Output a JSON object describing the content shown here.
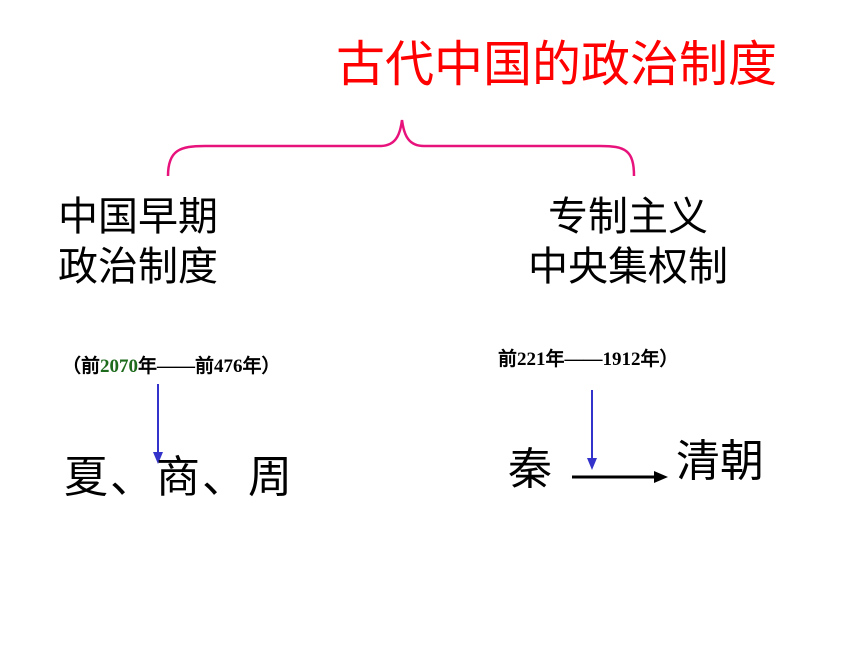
{
  "title": "古代中国的政治制度",
  "left": {
    "heading_line1": "中国早期",
    "heading_line2": "政治制度",
    "date_prefix": "（前",
    "date_highlight": "2070",
    "date_suffix": "年——前476年）",
    "dynasties": "夏、商、周"
  },
  "right": {
    "heading_line1": "专制主义",
    "heading_line2": "中央集权制",
    "date": "前221年——1912年）",
    "start_dynasty": "秦",
    "end_dynasty": "清朝"
  },
  "colors": {
    "title": "#ff0000",
    "brace": "#e8127c",
    "arrow_down": "#3333cc",
    "arrow_right": "#000000",
    "date_highlight": "#1e6b1e"
  }
}
